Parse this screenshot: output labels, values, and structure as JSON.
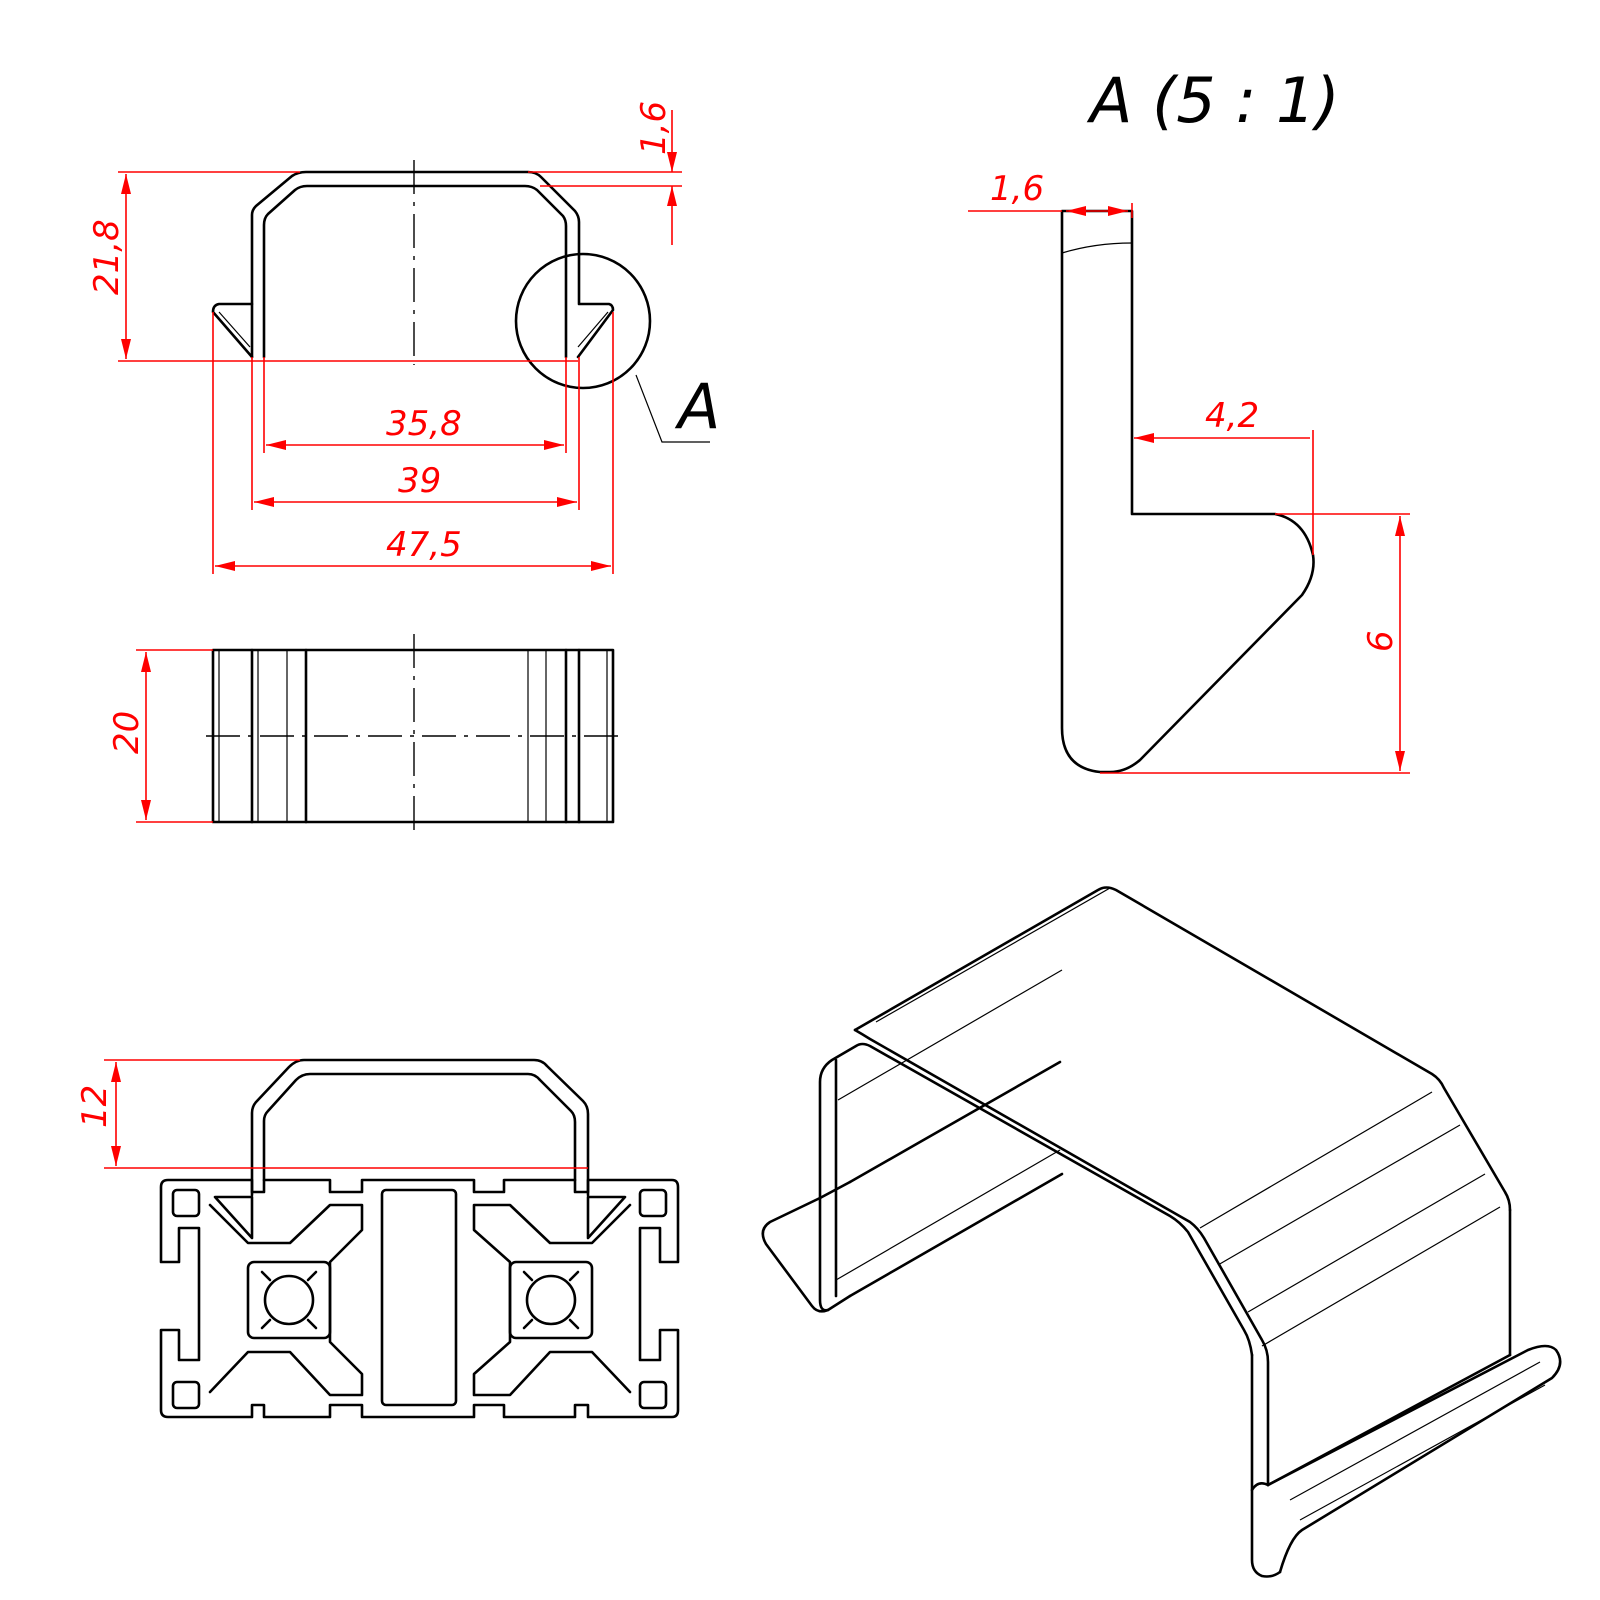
{
  "dimensions": {
    "height_overall": "21,8",
    "thickness_top": "1,6",
    "width_inner": "35,8",
    "width_outer": "39",
    "width_total": "47,5",
    "length": "20",
    "protrusion": "12",
    "detail_thickness": "1,6",
    "detail_lip": "4,2",
    "detail_height": "6"
  },
  "labels": {
    "detail_marker": "A",
    "detail_title": "A (5 : 1)"
  },
  "colors": {
    "lines": "#000000",
    "dimensions": "#ff0000",
    "background": "#ffffff"
  }
}
